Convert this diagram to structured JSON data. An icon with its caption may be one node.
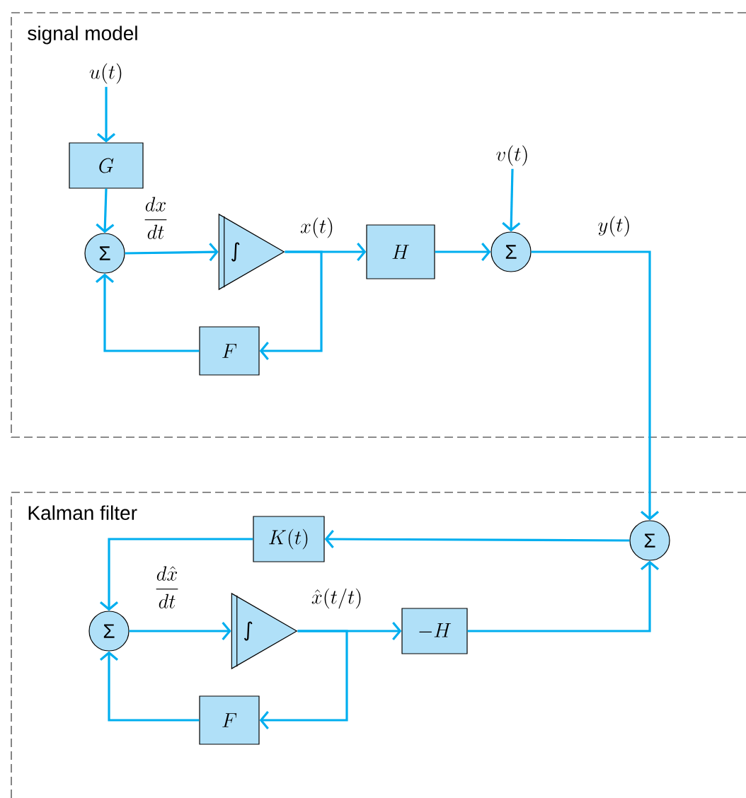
{
  "diagram": {
    "nodes": [
      {
        "text": [
          "signal model"
        ]
      },
      {
        "text": [
          "u(t)"
        ],
        "in": 0
      },
      {
        "text": [
          "G"
        ],
        "in": 0
      },
      {
        "text": [
          "Σ"
        ],
        "in": 0
      },
      {
        "text": [
          "∫"
        ],
        "in": 0
      },
      {
        "text": [
          "H"
        ],
        "in": 0
      },
      {
        "text": [
          "v(t)"
        ],
        "in": 0
      },
      {
        "text": [
          "Σ"
        ],
        "in": 0
      },
      {
        "text": [
          "F"
        ],
        "in": 0
      },
      {
        "text": [
          "Kalman filter"
        ]
      },
      {
        "text": [
          "K(t)"
        ],
        "in": 9
      },
      {
        "text": [
          "Σ"
        ],
        "in": 9
      },
      {
        "text": [
          "∫"
        ],
        "in": 9
      },
      {
        "text": [
          "-H"
        ],
        "in": 9
      },
      {
        "text": [
          "F"
        ],
        "in": 9
      },
      {
        "text": [
          "Σ"
        ],
        "in": 9
      }
    ],
    "edges": [
      {
        "from": 1,
        "to": 2,
        "arrow": "to"
      },
      {
        "from": 2,
        "to": 3,
        "arrow": "to"
      },
      {
        "from": 3,
        "to": 4,
        "arrow": "to",
        "label": "\\frac{dx}{dt}"
      },
      {
        "from": 4,
        "to": 5,
        "arrow": "to",
        "label": "x(t)"
      },
      {
        "from": 4,
        "to": 8,
        "arrow": "to"
      },
      {
        "from": 8,
        "to": 3,
        "arrow": "to"
      },
      {
        "from": 5,
        "to": 7,
        "arrow": "to"
      },
      {
        "from": 6,
        "to": 7,
        "arrow": "to"
      },
      {
        "from": 7,
        "to": 15,
        "arrow": "to",
        "label": "y(t)"
      },
      {
        "from": 15,
        "to": 10,
        "arrow": "to"
      },
      {
        "from": 10,
        "to": 11,
        "arrow": "to"
      },
      {
        "from": 11,
        "to": 12,
        "arrow": "to",
        "label": "\\frac{d\\hat{x}}{dt}"
      },
      {
        "from": 12,
        "to": 13,
        "arrow": "to",
        "label": "\\hat{x}(t/t)"
      },
      {
        "from": 12,
        "to": 14,
        "arrow": "to"
      },
      {
        "from": 14,
        "to": 11,
        "arrow": "to"
      },
      {
        "from": 13,
        "to": 15,
        "arrow": "to"
      }
    ]
  }
}
